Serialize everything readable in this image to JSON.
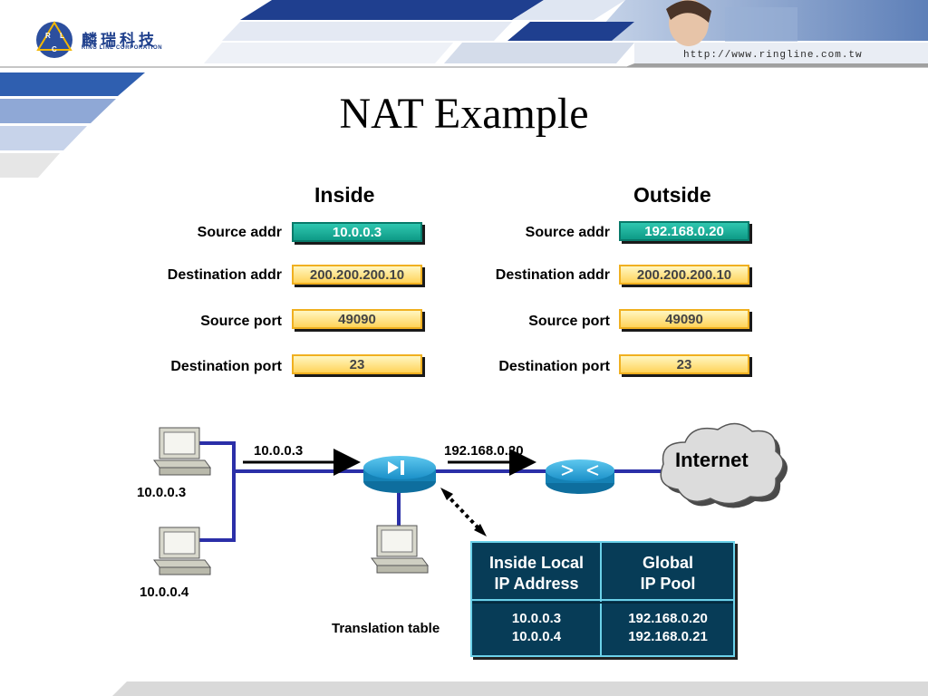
{
  "header": {
    "logo_cn": "麟瑞科技",
    "logo_en": "RING LINE CORPORATION",
    "logo_letters": [
      "R",
      "L",
      "C"
    ],
    "url": "http://www.ringline.com.tw"
  },
  "title": "NAT Example",
  "inside": {
    "heading": "Inside",
    "fields": [
      {
        "label": "Source addr",
        "value": "10.0.0.3"
      },
      {
        "label": "Destination addr",
        "value": "200.200.200.10"
      },
      {
        "label": "Source port",
        "value": "49090"
      },
      {
        "label": "Destination port",
        "value": "23"
      }
    ]
  },
  "outside": {
    "heading": "Outside",
    "fields": [
      {
        "label": "Source addr",
        "value": "192.168.0.20"
      },
      {
        "label": "Destination addr",
        "value": "200.200.200.10"
      },
      {
        "label": "Source port",
        "value": "49090"
      },
      {
        "label": "Destination port",
        "value": "23"
      }
    ]
  },
  "diagram": {
    "host1_label": "10.0.0.3",
    "host2_label": "10.0.0.4",
    "arrow_inside_label": "10.0.0.3",
    "arrow_outside_label": "192.168.0.20",
    "cloud_label": "Internet",
    "translation_caption": "Translation table"
  },
  "translation_table": {
    "col1_header_line1": "Inside Local",
    "col1_header_line2": "IP Address",
    "col2_header_line1": "Global",
    "col2_header_line2": "IP Pool",
    "col1_values": [
      "10.0.0.3",
      "10.0.0.4"
    ],
    "col2_values": [
      "192.168.0.20",
      "192.168.0.21"
    ]
  },
  "colors": {
    "teal_box": "#0e9a86",
    "yellow_box": "#ffd35a",
    "link_blue": "#2b2fa8",
    "router": "#1a8fc8",
    "table_bg": "#073c57"
  }
}
